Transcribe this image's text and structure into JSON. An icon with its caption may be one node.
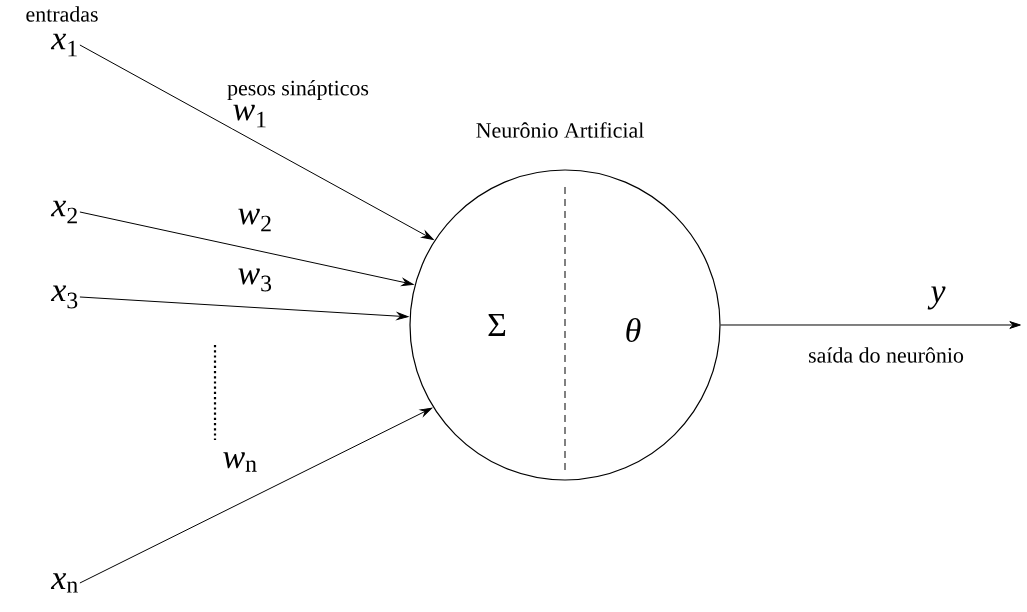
{
  "diagram": {
    "nodes": [
      {
        "text": [
          "*x*$_{1}$"
        ]
      },
      {
        "text": [
          "*x*$_{2}$"
        ]
      },
      {
        "text": [
          "*x*$_{3}$"
        ]
      },
      {
        "text": [
          "*x*$_{n}$"
        ]
      },
      {
        "text": [
          "Neurônio Artificial",
          "Σ",
          "*θ*"
        ]
      }
    ],
    "edges": [
      {
        "from": 0,
        "to": 4,
        "arrow": "to",
        "label": "*w*$_{1}$"
      },
      {
        "from": 1,
        "to": 4,
        "arrow": "to",
        "label": "*w*$_{2}$"
      },
      {
        "from": 2,
        "to": 4,
        "arrow": "to",
        "label": "*w*$_{3}$"
      },
      {
        "from": 3,
        "to": 4,
        "arrow": "to",
        "label": "*w*$_{n}$"
      },
      {
        "from": 4,
        "to": null,
        "arrow": "to",
        "label": "*y*"
      }
    ],
    "labels": [
      "entradas",
      "pesos sinápticos",
      "saída do neurônio"
    ]
  }
}
